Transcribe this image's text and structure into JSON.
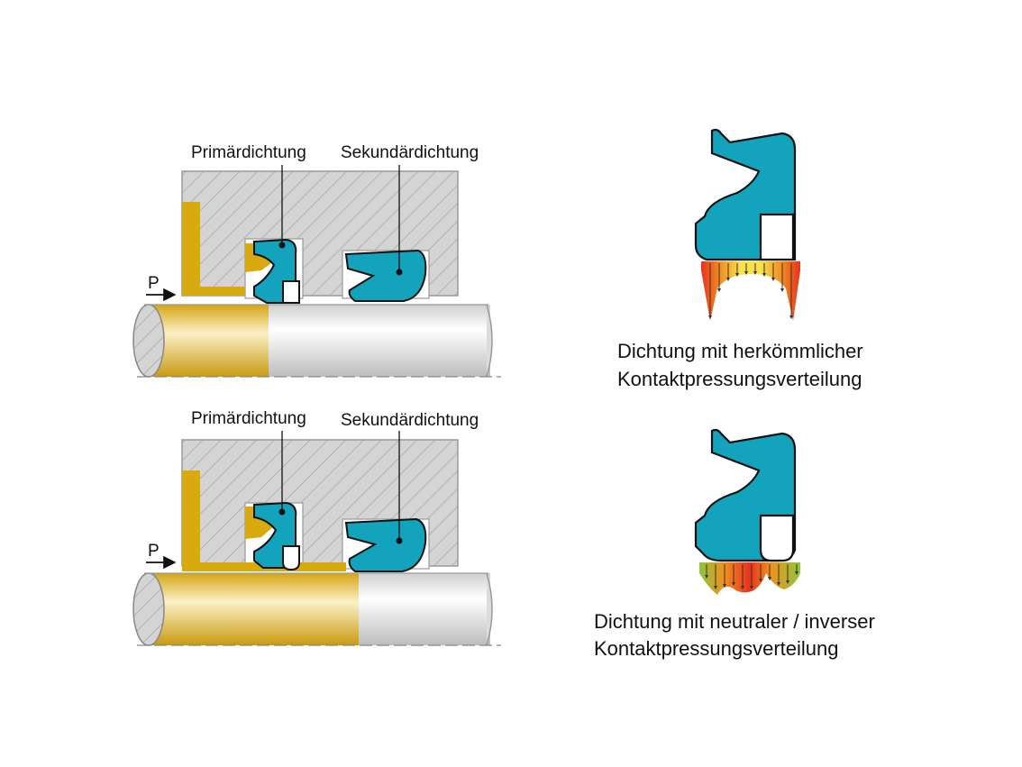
{
  "diagram": {
    "top_panel": {
      "primary_label": "Primärdichtung",
      "secondary_label": "Sekundärdichtung",
      "pressure_label": "P"
    },
    "bottom_panel": {
      "primary_label": "Primärdichtung",
      "secondary_label": "Sekundärdichtung",
      "pressure_label": "P"
    },
    "conventional": {
      "caption_line1": "Dichtung mit herkömmlicher",
      "caption_line2": "Kontaktpressungsverteilung"
    },
    "neutral": {
      "caption_line1": "Dichtung mit neutraler / inverser",
      "caption_line2": "Kontaktpressungsverteilung"
    }
  },
  "colors": {
    "seal": "#14a3bd",
    "oil": "#d9aa10",
    "housing": "#d4d4d4",
    "rod": "#e6e6e6",
    "pressure_high": "#e8321e",
    "pressure_low": "#f3e23a"
  }
}
